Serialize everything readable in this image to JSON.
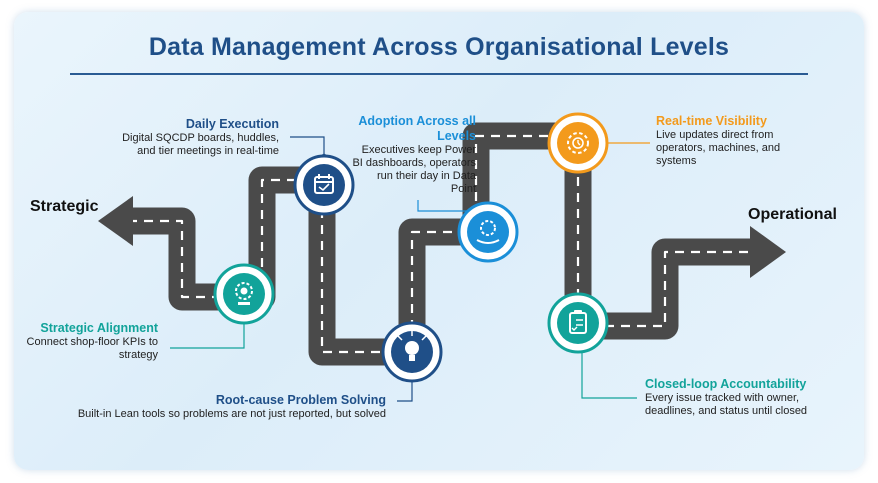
{
  "title": "Data Management Across Organisational Levels",
  "ends": {
    "left": "Strategic",
    "right": "Operational"
  },
  "colors": {
    "navy": "#1f4f88",
    "teal": "#12a39a",
    "blue": "#1b8fd8",
    "orange": "#f39a1c",
    "road": "#4a4a4a"
  },
  "stages": [
    {
      "heading": "Strategic Alignment",
      "text": "Connect shop-floor KPIs to strategy",
      "icon": "gear-target-icon",
      "color": "teal"
    },
    {
      "heading": "Daily Execution",
      "text": "Digital SQCDP boards, huddles, and tier meetings in real-time",
      "icon": "calendar-icon",
      "color": "navy"
    },
    {
      "heading": "Root-cause Problem Solving",
      "text": "Built-in Lean tools so problems are not just reported, but solved",
      "icon": "lightbulb-icon",
      "color": "navy"
    },
    {
      "heading": "Adoption Across all Levels",
      "text": "Executives keep Power BI dashboards, operators run their day in Data Point",
      "icon": "gear-hand-icon",
      "color": "blue"
    },
    {
      "heading": "Real-time Visibility",
      "text": "Live updates direct from operators, machines, and systems",
      "icon": "gear-clock-icon",
      "color": "orange"
    },
    {
      "heading": "Closed-loop Accountability",
      "text": "Every issue tracked with owner, deadlines, and status until closed",
      "icon": "clipboard-check-icon",
      "color": "teal"
    }
  ]
}
